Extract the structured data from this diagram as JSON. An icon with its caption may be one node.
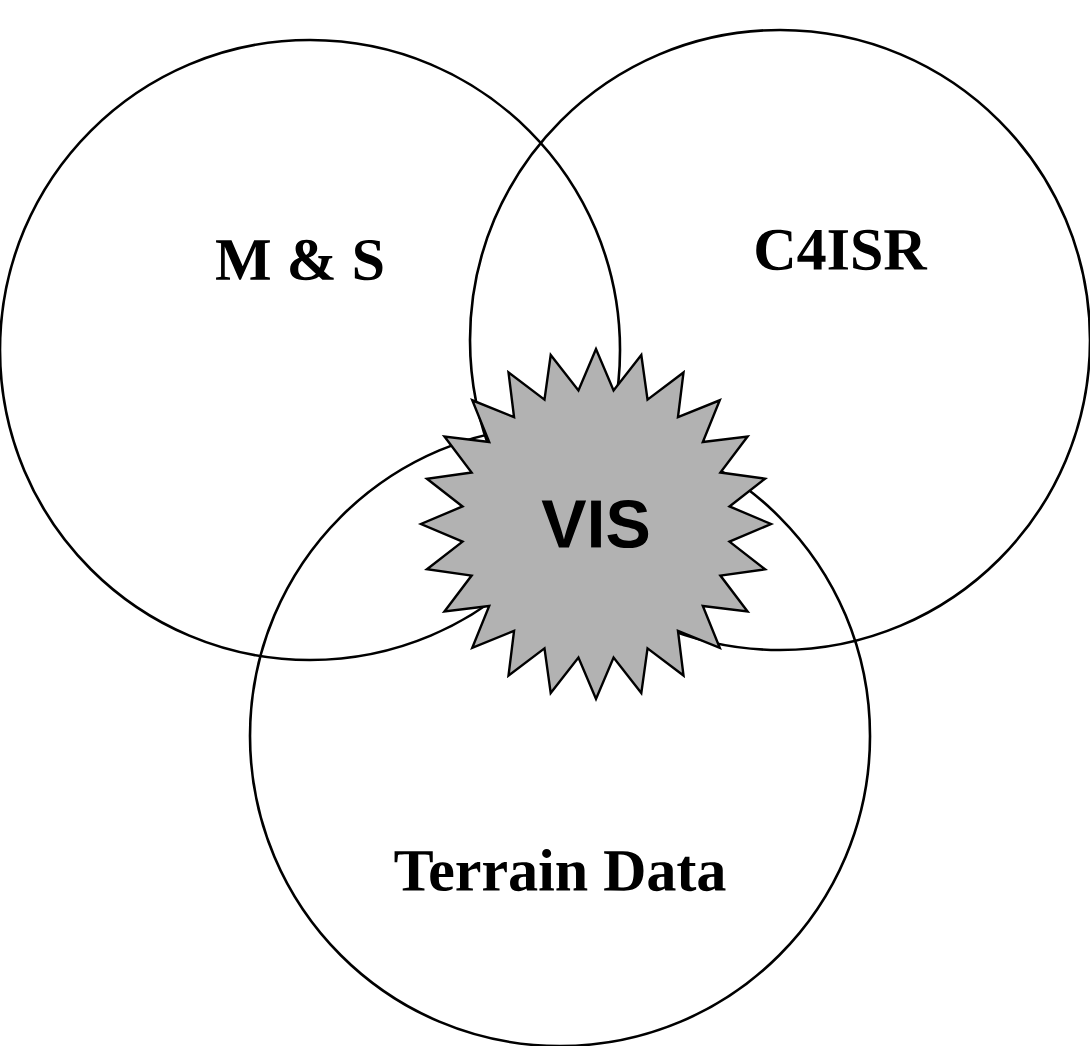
{
  "diagram": {
    "nodes": [
      {
        "text": [
          "M & S"
        ]
      },
      {
        "text": [
          "C4ISR"
        ]
      },
      {
        "text": [
          "Terrain Data"
        ]
      },
      {
        "text": [
          "VIS"
        ]
      }
    ]
  }
}
